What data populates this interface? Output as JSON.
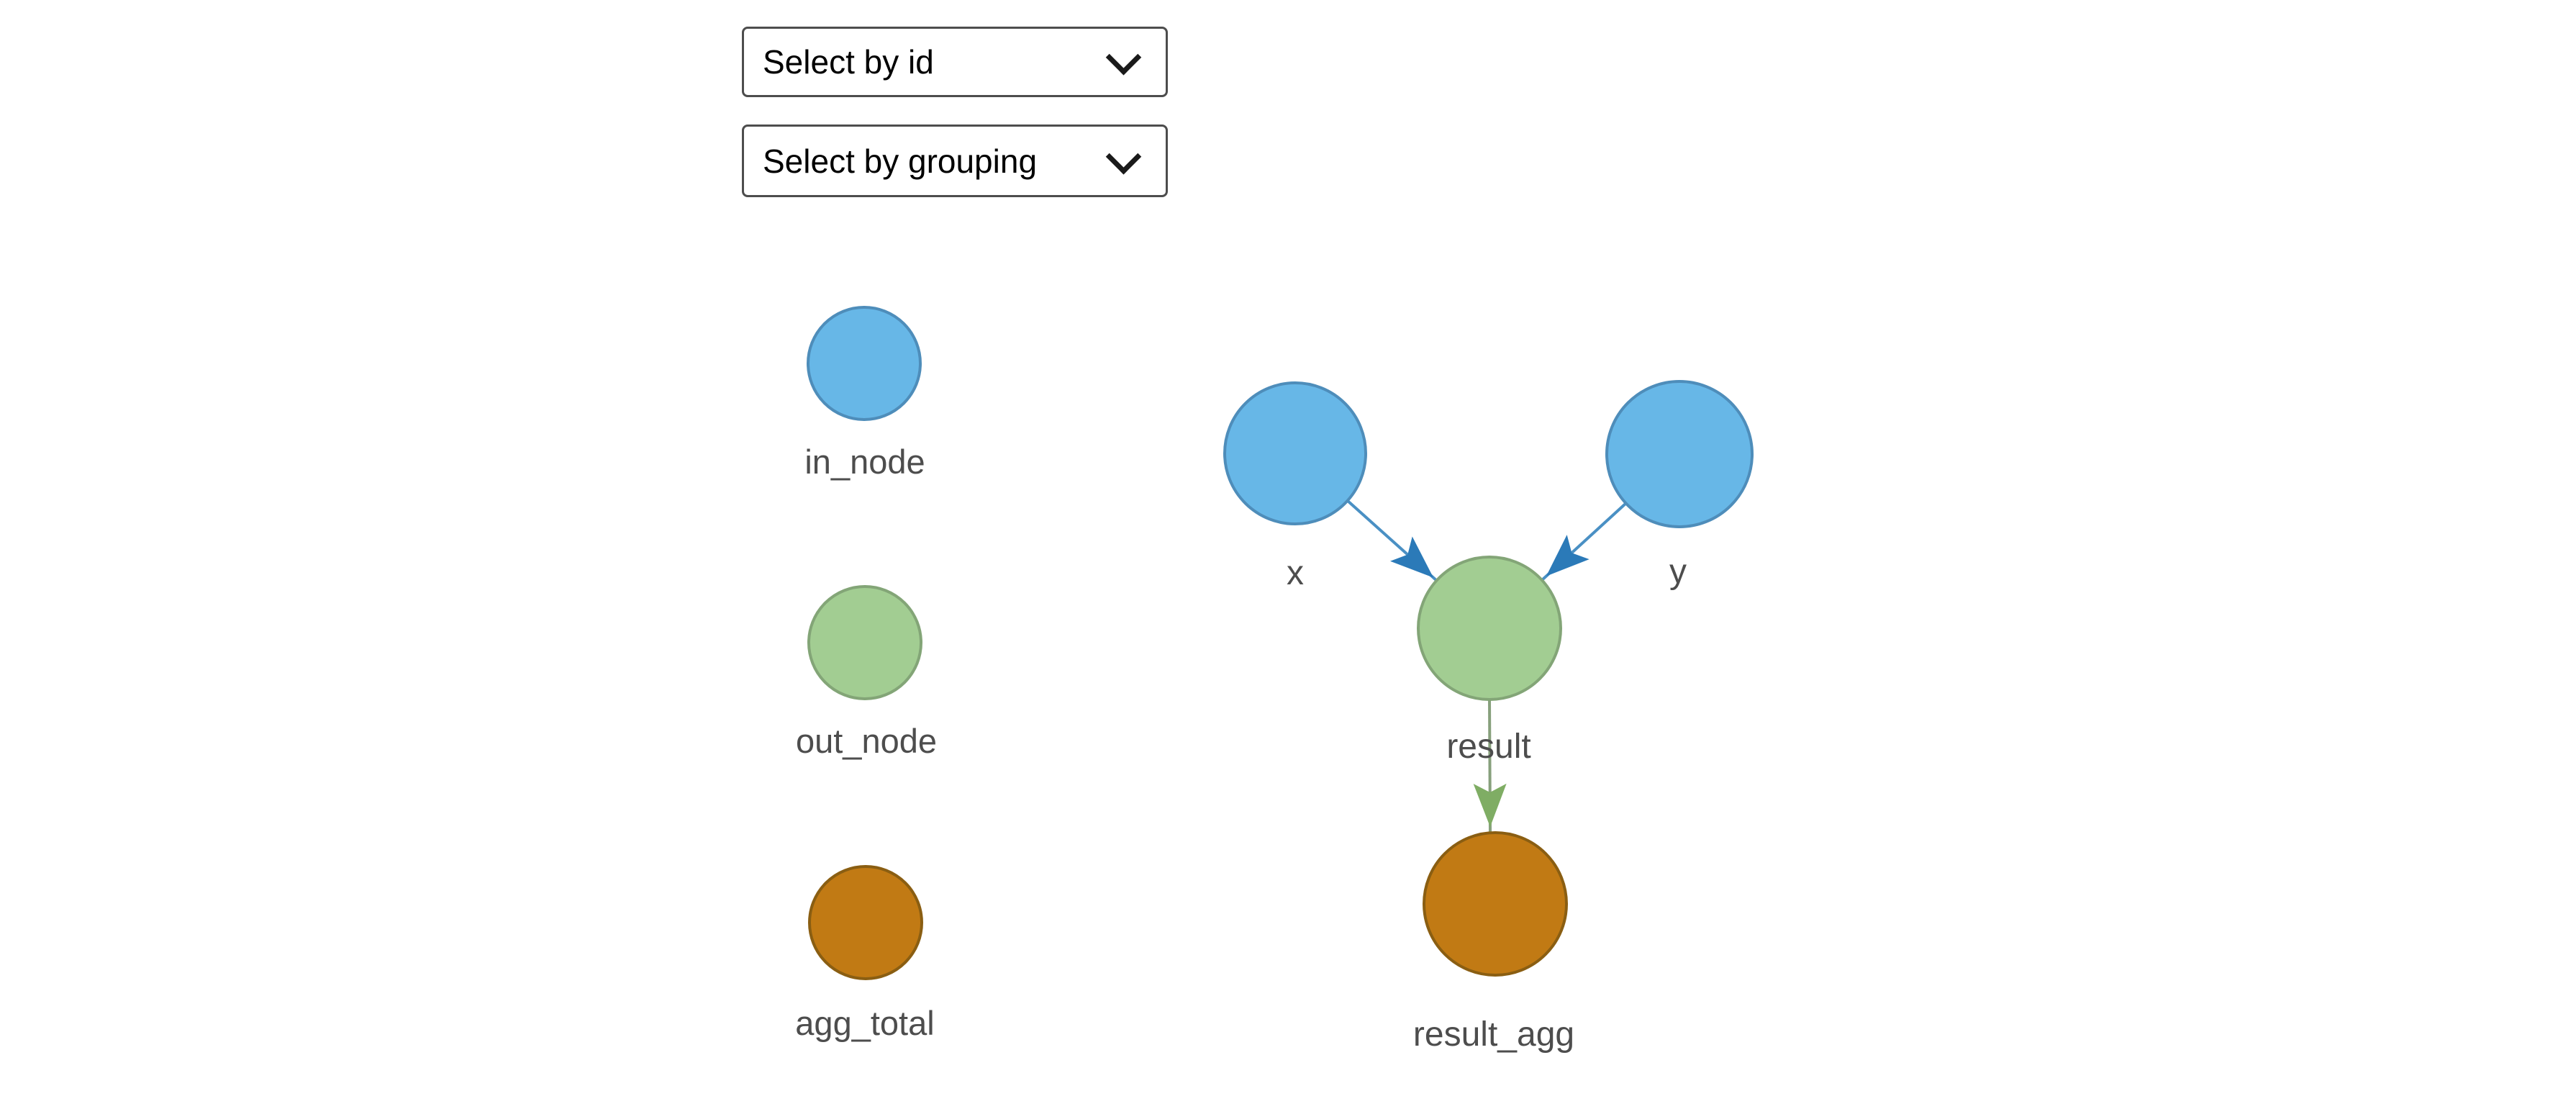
{
  "controls": {
    "select_by_id": {
      "value": "Select by id"
    },
    "select_by_grouping": {
      "value": "Select by grouping"
    }
  },
  "icons": {
    "select_chevron": "chevron-down"
  },
  "legend": {
    "items": [
      {
        "label": "in_node",
        "fill": "#67b7e7",
        "stroke": "#4e8dba"
      },
      {
        "label": "out_node",
        "fill": "#a2cd92",
        "stroke": "#83a577"
      },
      {
        "label": "agg_total",
        "fill": "#c17a14",
        "stroke": "#8a5e12"
      }
    ]
  },
  "graph": {
    "nodes": [
      {
        "id": "x",
        "label": "x",
        "type": "in_node",
        "fill": "#67b7e7",
        "stroke": "#4e8dba"
      },
      {
        "id": "y",
        "label": "y",
        "type": "in_node",
        "fill": "#67b7e7",
        "stroke": "#4e8dba"
      },
      {
        "id": "result",
        "label": "result",
        "type": "out_node",
        "fill": "#a2cd92",
        "stroke": "#83a577"
      },
      {
        "id": "result_agg",
        "label": "result_agg",
        "type": "agg_total",
        "fill": "#c17a14",
        "stroke": "#8a5e12"
      }
    ],
    "edges": [
      {
        "from": "x",
        "to": "result",
        "line_color": "#4a90c4",
        "arrow_color": "#2b7ab8"
      },
      {
        "from": "y",
        "to": "result",
        "line_color": "#4a90c4",
        "arrow_color": "#2b7ab8"
      },
      {
        "from": "result",
        "to": "result_agg",
        "line_color": "#87a07c",
        "arrow_color": "#7fad64"
      }
    ]
  }
}
